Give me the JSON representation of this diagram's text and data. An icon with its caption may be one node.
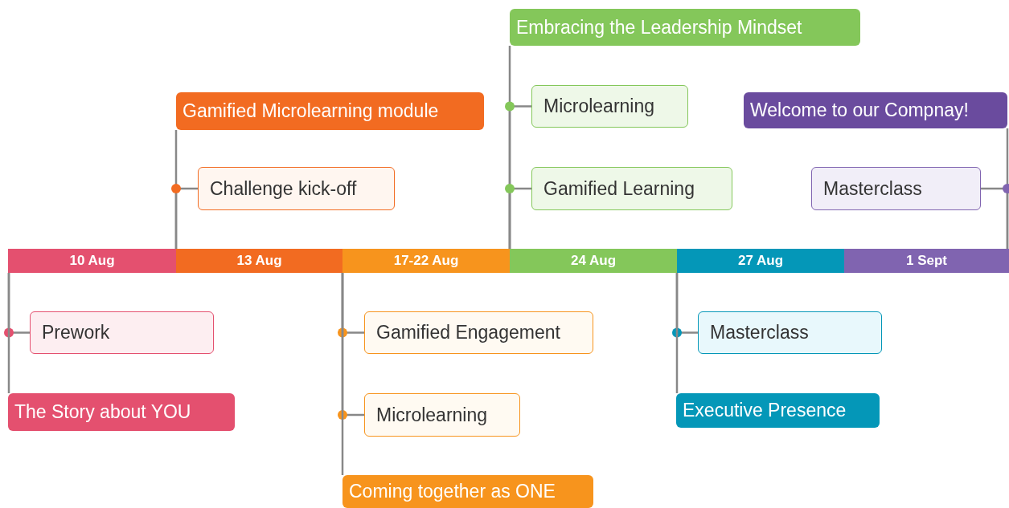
{
  "diagram": {
    "nodes": [
      {
        "text": [
          "10 Aug"
        ]
      },
      {
        "text": [
          "13 Aug"
        ]
      },
      {
        "text": [
          "17-22 Aug"
        ]
      },
      {
        "text": [
          "24 Aug"
        ]
      },
      {
        "text": [
          "27 Aug"
        ]
      },
      {
        "text": [
          "1 Sept"
        ]
      },
      {
        "text": [
          "Prework"
        ]
      },
      {
        "text": [
          "The Story about YOU"
        ]
      },
      {
        "text": [
          "Gamified Microlearning module"
        ]
      },
      {
        "text": [
          "Challenge kick-off"
        ]
      },
      {
        "text": [
          "Gamified Engagement"
        ]
      },
      {
        "text": [
          "Microlearning"
        ]
      },
      {
        "text": [
          "Coming together as ONE"
        ]
      },
      {
        "text": [
          "Embracing the Leadership Mindset"
        ]
      },
      {
        "text": [
          "Microlearning"
        ]
      },
      {
        "text": [
          "Gamified Learning"
        ]
      },
      {
        "text": [
          "Masterclass"
        ]
      },
      {
        "text": [
          "Executive Presence"
        ]
      },
      {
        "text": [
          "Welcome to our Compnay!"
        ]
      },
      {
        "text": [
          "Masterclass"
        ]
      }
    ],
    "edges": [
      {
        "from": 0,
        "to": 6,
        "arrow": "none"
      },
      {
        "from": 0,
        "to": 7,
        "arrow": "none"
      },
      {
        "from": 1,
        "to": 8,
        "arrow": "none"
      },
      {
        "from": 1,
        "to": 9,
        "arrow": "none"
      },
      {
        "from": 2,
        "to": 10,
        "arrow": "none"
      },
      {
        "from": 2,
        "to": 11,
        "arrow": "none"
      },
      {
        "from": 2,
        "to": 12,
        "arrow": "none"
      },
      {
        "from": 3,
        "to": 13,
        "arrow": "none"
      },
      {
        "from": 3,
        "to": 14,
        "arrow": "none"
      },
      {
        "from": 3,
        "to": 15,
        "arrow": "none"
      },
      {
        "from": 4,
        "to": 16,
        "arrow": "none"
      },
      {
        "from": 4,
        "to": 17,
        "arrow": "none"
      },
      {
        "from": 5,
        "to": 18,
        "arrow": "none"
      },
      {
        "from": 5,
        "to": 19,
        "arrow": "none"
      }
    ]
  }
}
